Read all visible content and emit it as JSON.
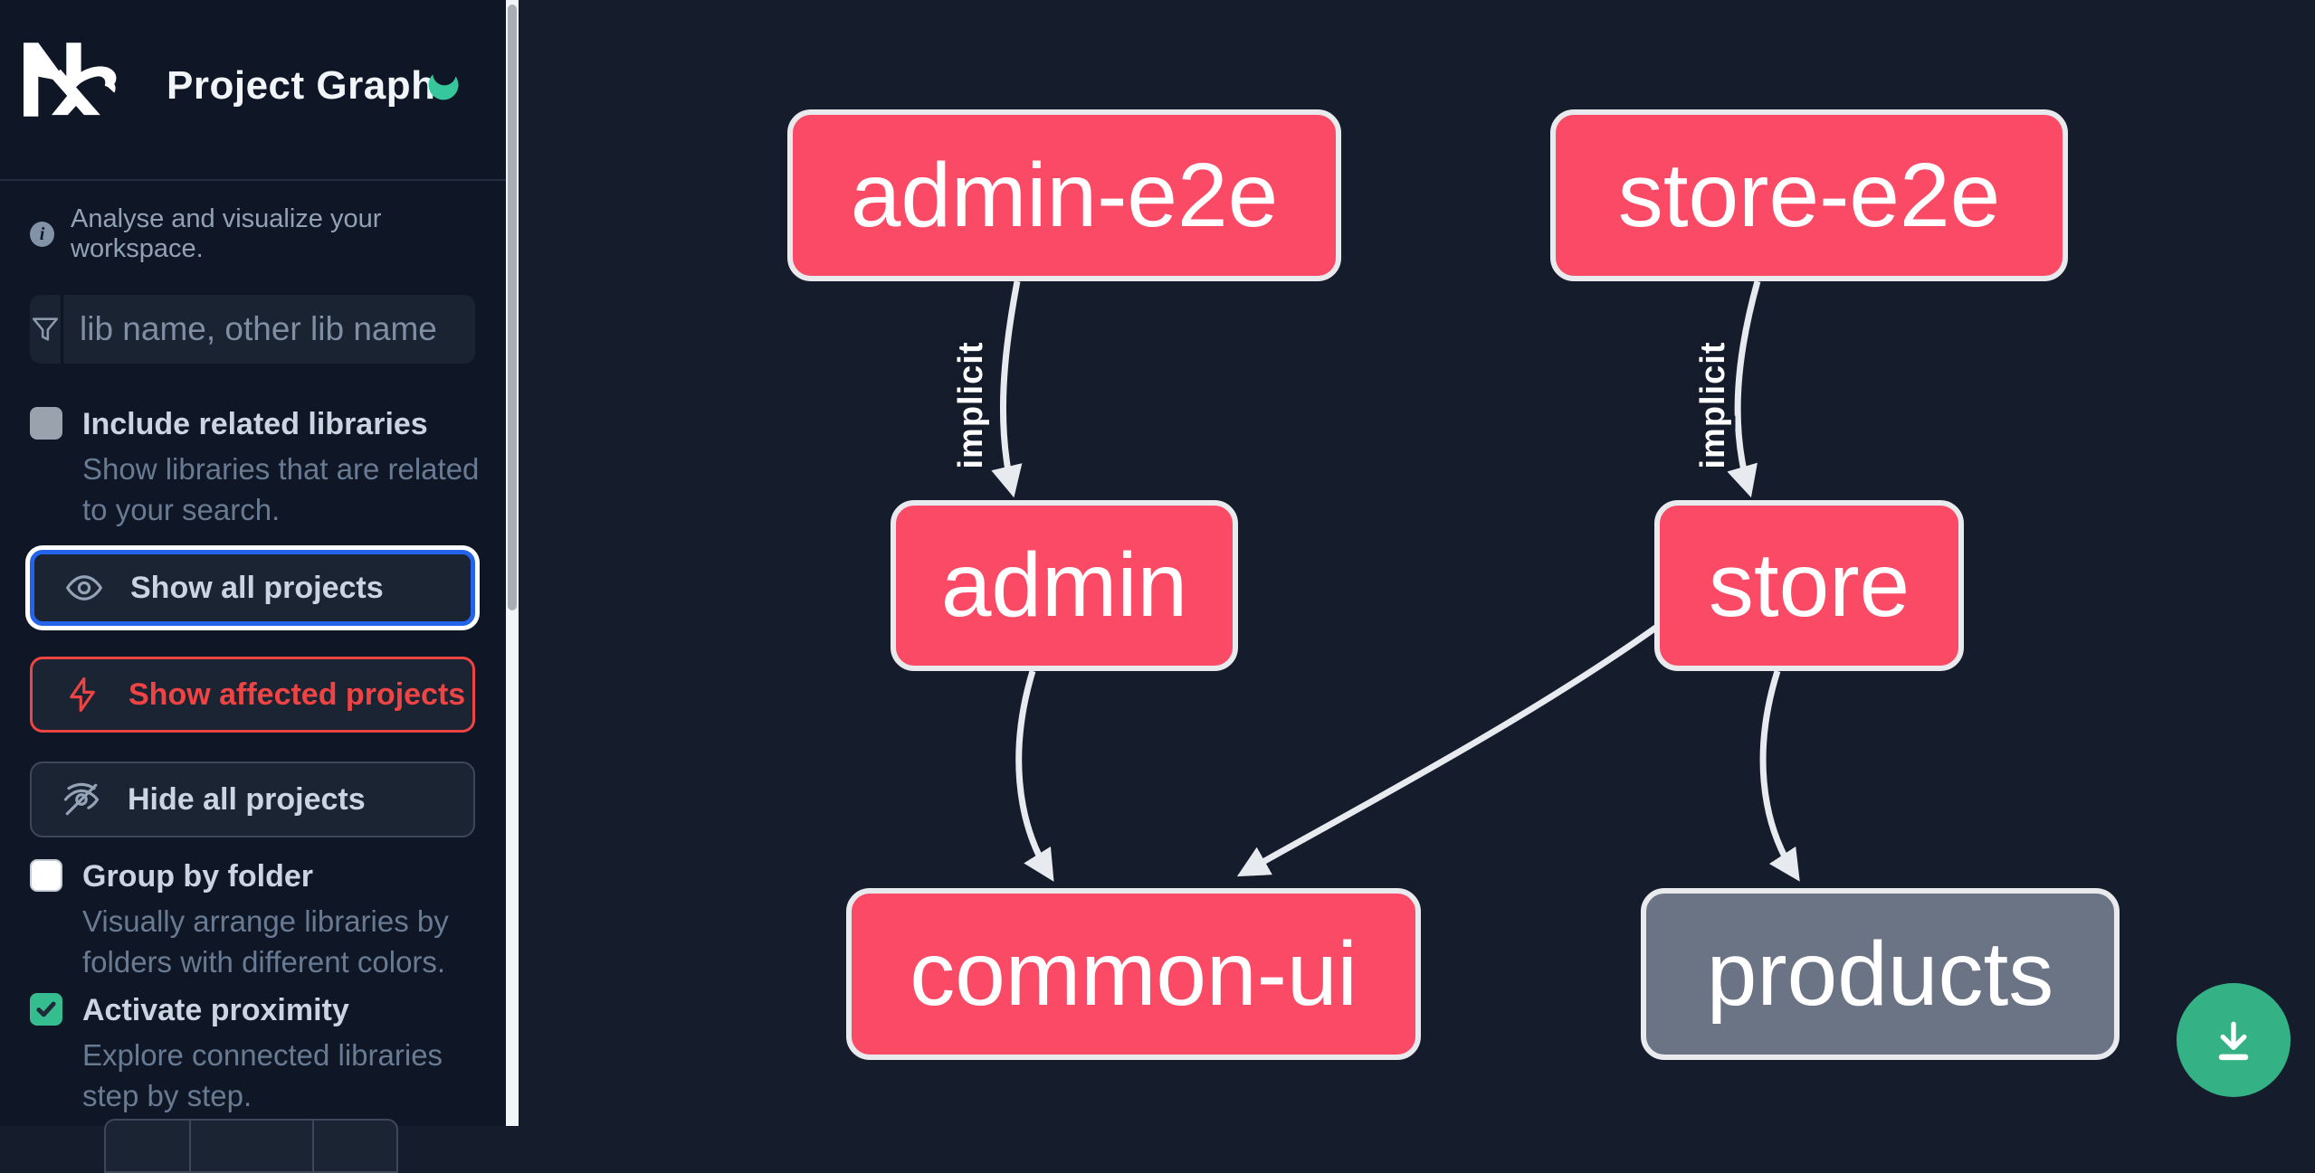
{
  "app": {
    "title": "Project Graph",
    "tagline": "Analyse and visualize your workspace."
  },
  "sidebar": {
    "search": {
      "placeholder": "lib name, other lib name",
      "value": ""
    },
    "toggles": [
      {
        "label": "Include related libraries",
        "description": "Show libraries that are related to your search.",
        "checked": false
      },
      {
        "label": "Group by folder",
        "description": "Visually arrange libraries by folders with different colors.",
        "checked": false
      },
      {
        "label": "Activate proximity",
        "description": "Explore connected libraries step by step.",
        "checked": true
      }
    ],
    "buttons": [
      {
        "label": "Show all projects",
        "icon": "eye-icon",
        "state": "focused"
      },
      {
        "label": "Show affected projects",
        "icon": "bolt-icon",
        "state": "affected"
      },
      {
        "label": "Hide all projects",
        "icon": "eye-off-icon",
        "state": "default"
      }
    ]
  },
  "graph": {
    "nodes": [
      {
        "id": "admin-e2e",
        "label": "admin-e2e",
        "style": "pink"
      },
      {
        "id": "store-e2e",
        "label": "store-e2e",
        "style": "pink"
      },
      {
        "id": "admin",
        "label": "admin",
        "style": "pink"
      },
      {
        "id": "store",
        "label": "store",
        "style": "pink"
      },
      {
        "id": "common-ui",
        "label": "common-ui",
        "style": "pink"
      },
      {
        "id": "products",
        "label": "products",
        "style": "gray"
      }
    ],
    "edges": [
      {
        "source": "admin-e2e",
        "target": "admin",
        "label": "implicit"
      },
      {
        "source": "store-e2e",
        "target": "store",
        "label": "implicit"
      },
      {
        "source": "admin",
        "target": "common-ui",
        "label": ""
      },
      {
        "source": "store",
        "target": "common-ui",
        "label": ""
      },
      {
        "source": "store",
        "target": "products",
        "label": ""
      }
    ]
  },
  "fab": {
    "icon": "download-icon"
  },
  "colors": {
    "node_pink": "#fa4a65",
    "node_gray": "#6b7485",
    "node_border": "#e8eaee",
    "edge": "#e7eaee",
    "focus_blue": "#2563eb",
    "affected_red": "#ef4444",
    "check_green": "#35bd90",
    "moon_green": "#36c79d",
    "fab_green": "#34b286",
    "sidebar_bg": "#0f1726",
    "canvas_bg": "#151d2c"
  }
}
